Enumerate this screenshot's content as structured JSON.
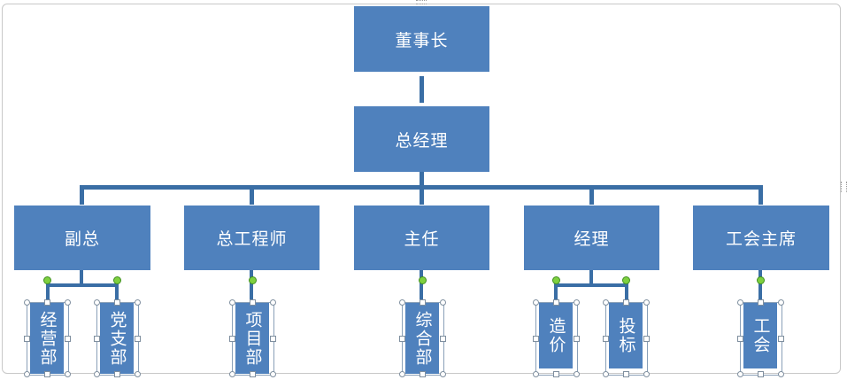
{
  "org_chart": {
    "chairman": "董事长",
    "general_manager": "总经理",
    "level2": [
      "副总",
      "总工程师",
      "主任",
      "经理",
      "工会主席"
    ],
    "level3": [
      {
        "parent": "副总",
        "label": "经营部"
      },
      {
        "parent": "副总",
        "label": "党支部"
      },
      {
        "parent": "总工程师",
        "label": "项目部"
      },
      {
        "parent": "主任",
        "label": "综合部"
      },
      {
        "parent": "经理",
        "label": "造价"
      },
      {
        "parent": "经理",
        "label": "投标"
      },
      {
        "parent": "工会主席",
        "label": "工会"
      }
    ]
  },
  "colors": {
    "box_fill": "#4f81bd",
    "connector": "#3a6ea5",
    "text": "#ffffff",
    "rotate_handle": "#7fd03f"
  }
}
